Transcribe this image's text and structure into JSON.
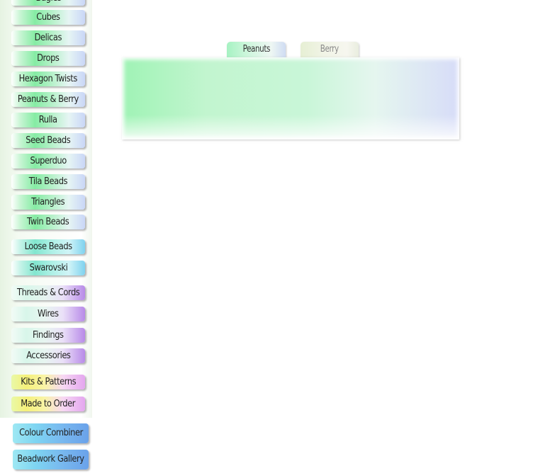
{
  "sidebar": {
    "bead_items": [
      {
        "label": "Bugles"
      },
      {
        "label": "Cubes"
      },
      {
        "label": "Delicas"
      },
      {
        "label": "Drops"
      },
      {
        "label": "Hexagon Twists"
      },
      {
        "label": "Peanuts & Berry"
      },
      {
        "label": "Rulla"
      },
      {
        "label": "Seed Beads"
      },
      {
        "label": "Superduo"
      },
      {
        "label": "Tila Beads"
      },
      {
        "label": "Triangles"
      },
      {
        "label": "Twin Beads"
      }
    ],
    "loose_items": [
      {
        "label": "Loose Beads"
      },
      {
        "label": "Swarovski"
      }
    ],
    "supply_items": [
      {
        "label": "Threads & Cords"
      },
      {
        "label": "Wires"
      },
      {
        "label": "Findings"
      },
      {
        "label": "Accessories"
      }
    ],
    "kit_items": [
      {
        "label": "Kits & Patterns"
      },
      {
        "label": "Made to Order"
      }
    ],
    "feature_items": [
      {
        "label": "Colour Combiner"
      },
      {
        "label": "Beadwork Gallery"
      }
    ]
  },
  "tabs": [
    {
      "label": "Peanuts",
      "active": true
    },
    {
      "label": "Berry",
      "active": false
    }
  ],
  "colors": {
    "active_tab": "#a6f2c2",
    "inactive_tab_text": "#888888",
    "panel": "#c2f5cf"
  }
}
